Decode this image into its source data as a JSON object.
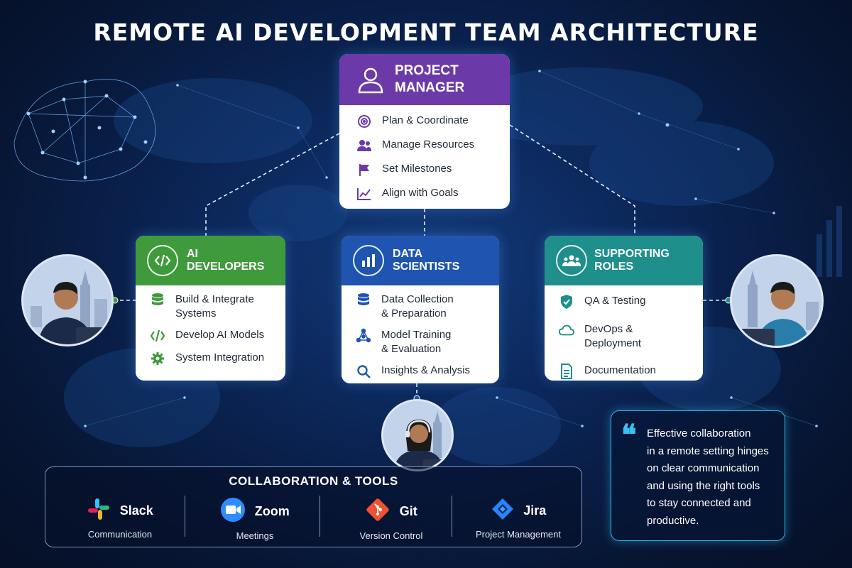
{
  "title": "REMOTE AI DEVELOPMENT TEAM ARCHITECTURE",
  "colors": {
    "project_manager": "#6b3aa8",
    "ai_developers": "#3f9a3c",
    "data_scientists": "#1f55b0",
    "supporting_roles": "#1e8f8a",
    "background": "#0b2556",
    "quote_accent": "#36c3f0"
  },
  "project_manager": {
    "title_line1": "PROJECT",
    "title_line2": "MANAGER",
    "icon": "user-icon",
    "items": [
      {
        "icon": "target-icon",
        "label": "Plan & Coordinate"
      },
      {
        "icon": "users-icon",
        "label": "Manage Resources"
      },
      {
        "icon": "flag-icon",
        "label": "Set Milestones"
      },
      {
        "icon": "chart-line-icon",
        "label": "Align with Goals"
      }
    ]
  },
  "ai_developers": {
    "title": "AI DEVELOPERS",
    "icon": "code-icon",
    "items": [
      {
        "icon": "database-icon",
        "line1": "Build & Integrate",
        "line2": "Systems"
      },
      {
        "icon": "code-icon",
        "line1": "Develop AI Models",
        "line2": ""
      },
      {
        "icon": "gear-icon",
        "line1": "System Integration",
        "line2": ""
      }
    ]
  },
  "data_scientists": {
    "title": "DATA SCIENTISTS",
    "icon": "bar-chart-icon",
    "items": [
      {
        "icon": "database-icon",
        "line1": "Data Collection",
        "line2": "& Preparation"
      },
      {
        "icon": "network-icon",
        "line1": "Model Training",
        "line2": "& Evaluation"
      },
      {
        "icon": "search-icon",
        "line1": "Insights & Analysis",
        "line2": ""
      }
    ]
  },
  "supporting_roles": {
    "title": "SUPPORTING ROLES",
    "icon": "group-icon",
    "items": [
      {
        "icon": "shield-icon",
        "label": "QA & Testing"
      },
      {
        "icon": "cloud-icon",
        "label": "DevOps & Deployment"
      },
      {
        "icon": "document-icon",
        "label": "Documentation"
      }
    ]
  },
  "tools": {
    "title": "COLLABORATION & TOOLS",
    "items": [
      {
        "name": "Slack",
        "desc": "Communication",
        "icon": "slack-icon"
      },
      {
        "name": "Zoom",
        "desc": "Meetings",
        "icon": "zoom-icon"
      },
      {
        "name": "Git",
        "desc": "Version Control",
        "icon": "git-icon"
      },
      {
        "name": "Jira",
        "desc": "Project Management",
        "icon": "jira-icon"
      }
    ]
  },
  "quote": {
    "mark": "❝",
    "lines": [
      "Effective collaboration",
      "in a remote setting hinges",
      "on clear communication",
      "and using the right tools",
      "to stay connected and",
      "productive."
    ]
  }
}
